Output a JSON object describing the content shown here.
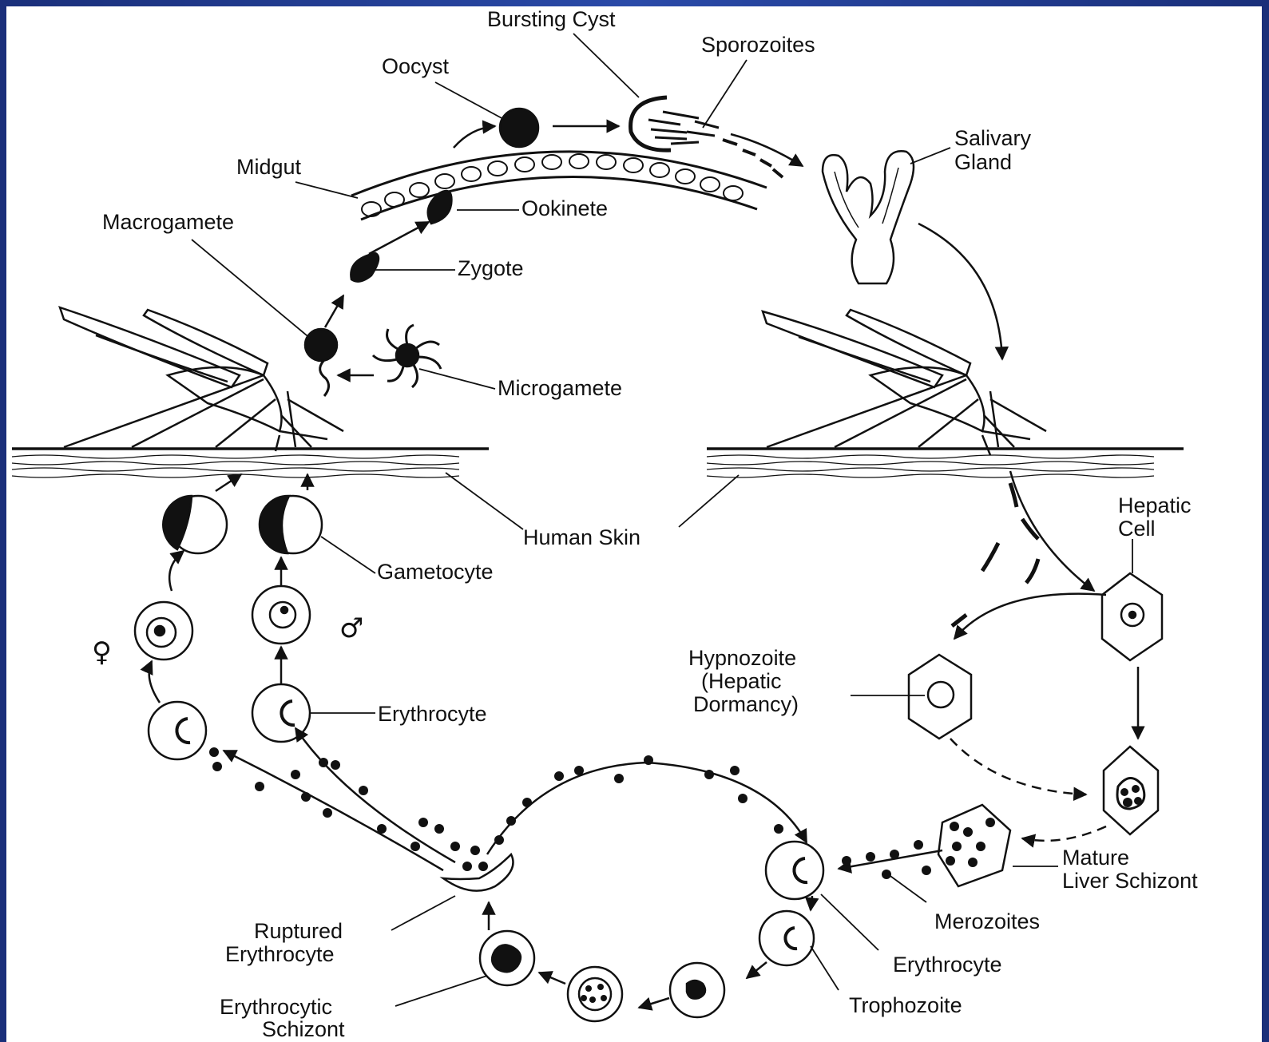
{
  "diagram": {
    "labels": {
      "bursting_cyst": "Bursting Cyst",
      "sporozoites": "Sporozoites",
      "oocyst": "Oocyst",
      "midgut": "Midgut",
      "salivary_gland_1": "Salivary",
      "salivary_gland_2": "Gland",
      "ookinete": "Ookinete",
      "macrogamete": "Macrogamete",
      "zygote": "Zygote",
      "microgamete": "Microgamete",
      "human_skin": "Human Skin",
      "hepatic_cell_1": "Hepatic",
      "hepatic_cell_2": "Cell",
      "gametocyte": "Gametocyte",
      "female_symbol": "♀",
      "male_symbol": "♂",
      "hypnozoite_1": "Hypnozoite",
      "hypnozoite_2": "(Hepatic",
      "hypnozoite_3": "Dormancy)",
      "erythrocyte_left": "Erythrocyte",
      "mature_schizont_1": "Mature",
      "mature_schizont_2": "Liver Schizont",
      "merozoites": "Merozoites",
      "ruptured_1": "Ruptured",
      "ruptured_2": "Erythrocyte",
      "erythrocyte_right": "Erythrocyte",
      "trophozoite": "Trophozoite",
      "schizont_1": "Erythrocytic",
      "schizont_2": "Schizont"
    },
    "colors": {
      "ink": "#111111",
      "background": "#ffffff",
      "frame": "#1f3a8c"
    }
  }
}
